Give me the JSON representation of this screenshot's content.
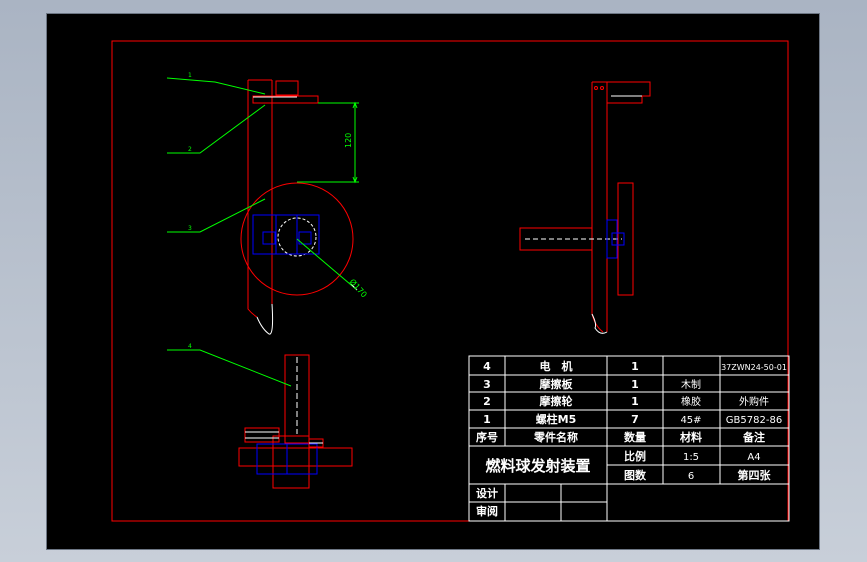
{
  "leaders": [
    "1",
    "2",
    "3",
    "4"
  ],
  "dimensions": {
    "height": "120",
    "diameter": "Ø170"
  },
  "bom": {
    "rows": [
      {
        "no": "4",
        "name": "电　机",
        "qty": "1",
        "material": "",
        "note": "37ZWN24-50-01"
      },
      {
        "no": "3",
        "name": "摩擦板",
        "qty": "1",
        "material": "木制",
        "note": ""
      },
      {
        "no": "2",
        "name": "摩擦轮",
        "qty": "1",
        "material": "橡胶",
        "note": "外购件"
      },
      {
        "no": "1",
        "name": "螺柱M5",
        "qty": "7",
        "material": "45#",
        "note": "GB5782-86"
      }
    ],
    "header": {
      "no": "序号",
      "name": "零件名称",
      "qty": "数量",
      "material": "材料",
      "note": "备注"
    }
  },
  "title_block": {
    "title": "燃料球发射装置",
    "scale_label": "比例",
    "scale": "1:5",
    "sheet_size": "A4",
    "drawing_count_label": "图数",
    "drawing_count": "6",
    "sheet_no": "第四张",
    "designer_label": "设计",
    "reviewer_label": "审阅"
  },
  "colors": {
    "frame": "#ff0000",
    "leader": "#00ff00",
    "hidden": "#0000ff",
    "text": "#ffffff",
    "background": "#000000",
    "viewport_bg": "#b9c2cf"
  }
}
